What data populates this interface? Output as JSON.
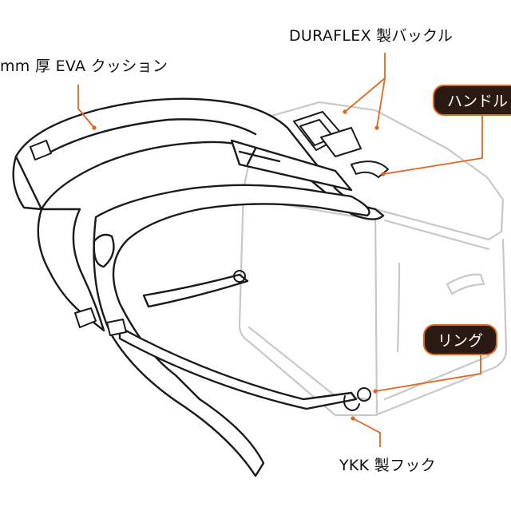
{
  "labels": {
    "eva": "mm 厚 EVA クッション",
    "buckle": "DURAFLEX 製バックル",
    "handle": "ハンドル",
    "ring": "リング",
    "hook": "YKK 製フック"
  },
  "colors": {
    "leader": "#e0661e",
    "pill_bg": "#2b1a14",
    "bag_outline": "#c8c8c8",
    "strap_outline": "#1a1a1a"
  }
}
